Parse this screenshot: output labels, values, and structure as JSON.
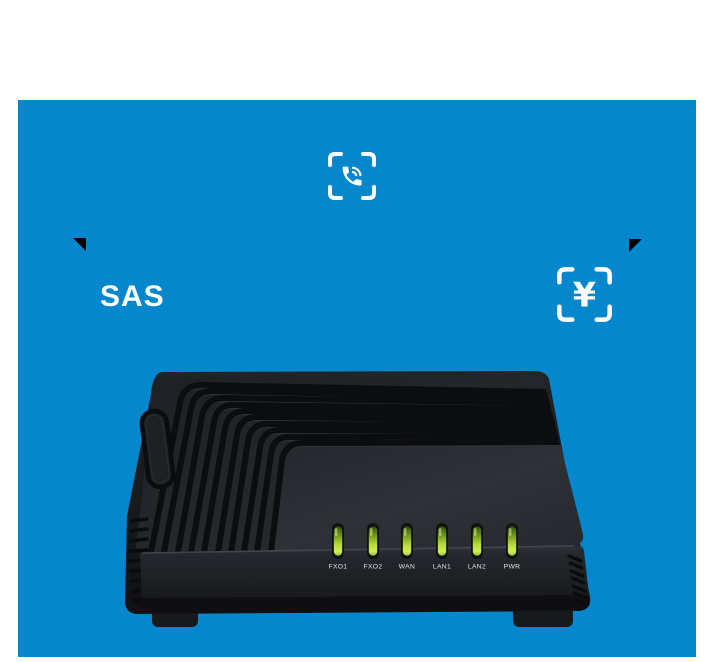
{
  "banner": {
    "background_color": "#0587cd",
    "brand_text": "SAS",
    "phone_icon": "phone-call-in-viewfinder",
    "price_icon_symbol": "¥"
  },
  "device": {
    "description": "black VoIP gateway with ridged top case and status LEDs",
    "led_on_color": "#b9dd3c",
    "leds": [
      {
        "label": "FXO1"
      },
      {
        "label": "FXO2"
      },
      {
        "label": "WAN"
      },
      {
        "label": "LAN1"
      },
      {
        "label": "LAN2"
      },
      {
        "label": "PWR"
      }
    ]
  }
}
